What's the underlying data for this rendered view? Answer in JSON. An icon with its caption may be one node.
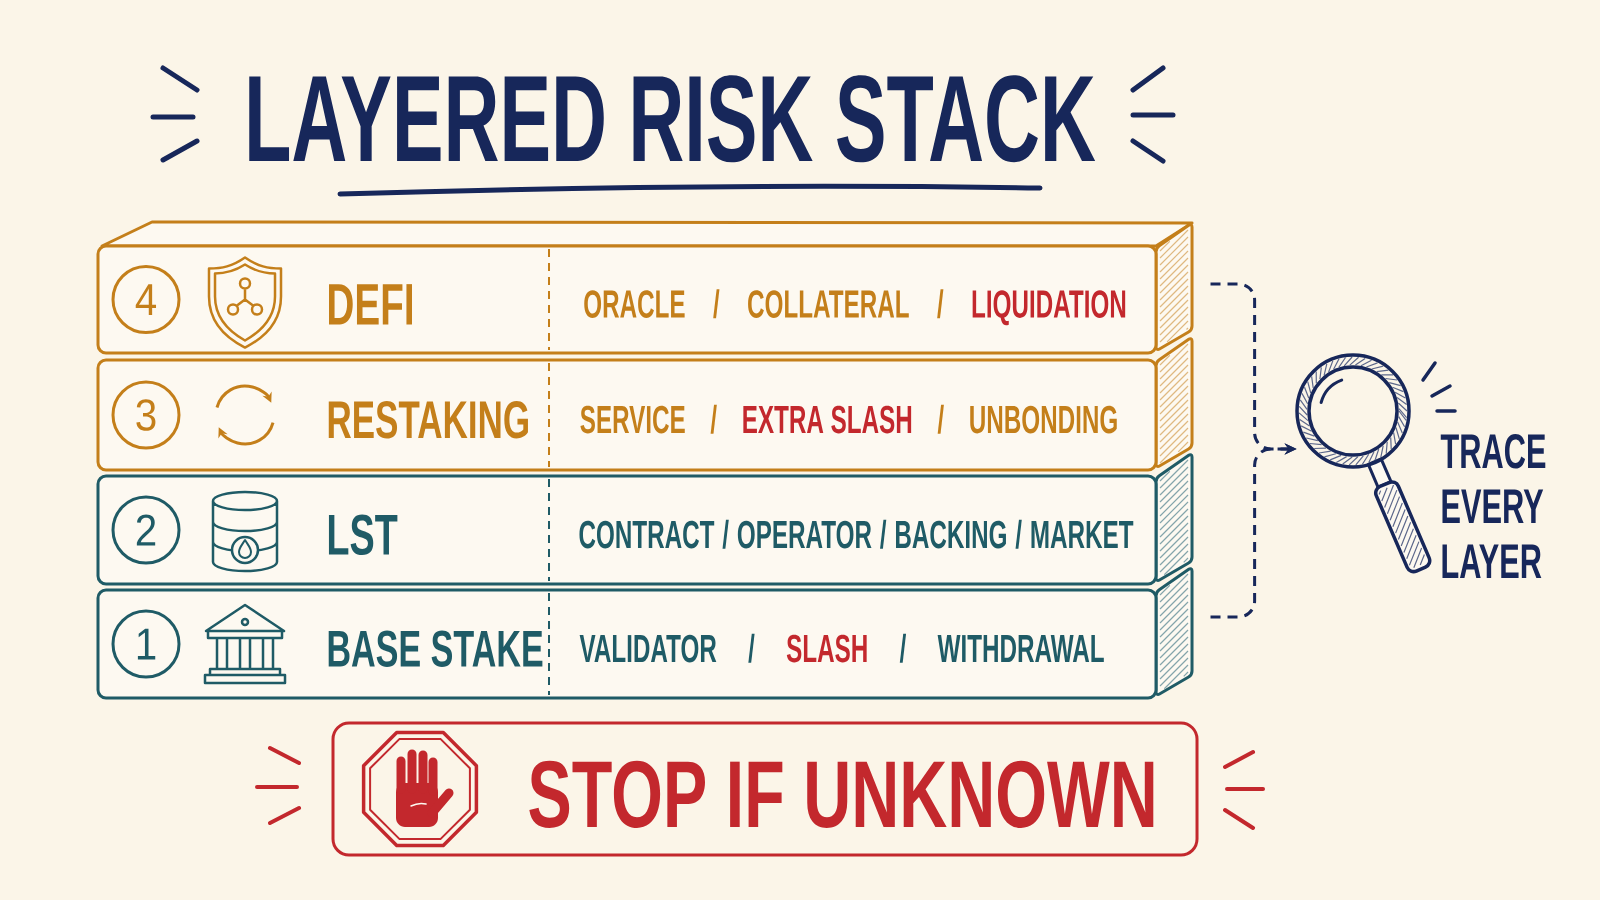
{
  "diagram": {
    "title": "LAYERED RISK STACK",
    "nodes": [
      {
        "text": [
          "DEFI",
          "ORACLE / COLLATERAL / LIQUIDATION"
        ]
      },
      {
        "text": [
          "4"
        ],
        "in": 0
      },
      {
        "text": [
          "RESTAKING",
          "SERVICE / EXTRA SLASH / UNBONDING"
        ]
      },
      {
        "text": [
          "3"
        ],
        "in": 2
      },
      {
        "text": [
          "LST",
          "CONTRACT / OPERATOR / BACKING / MARKET"
        ]
      },
      {
        "text": [
          "2"
        ],
        "in": 4
      },
      {
        "text": [
          "BASE STAKE",
          "VALIDATOR / SLASH / WITHDRAWAL"
        ]
      },
      {
        "text": [
          "1"
        ],
        "in": 6
      },
      {
        "text": [],
        "shape": "picture",
        "beside": [
          "TRACE EVERY LAYER"
        ]
      },
      {
        "text": [
          "STOP IF UNKNOWN"
        ]
      }
    ],
    "edges": [
      {
        "from": 0,
        "to": 8,
        "arrow": "to",
        "style": "dashed"
      },
      {
        "from": 6,
        "to": 8,
        "arrow": "to",
        "style": "dashed"
      }
    ]
  }
}
